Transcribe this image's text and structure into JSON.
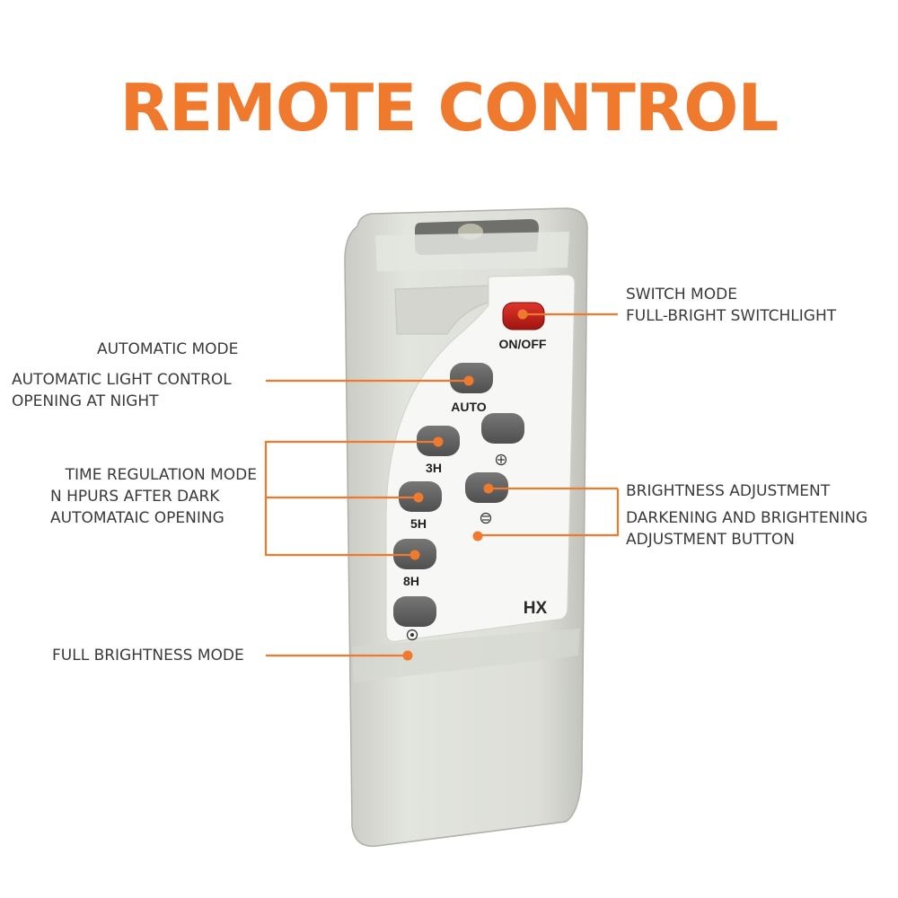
{
  "title": "REMOTE CONTROL",
  "colors": {
    "accent": "#ef7a2e",
    "remote_body": "#dcded7",
    "button": "#626262",
    "power_button": "#c8231c"
  },
  "remote": {
    "brand": "HX",
    "buttons": {
      "power": "ON/OFF",
      "auto": "AUTO",
      "timer_3h": "3H",
      "timer_5h": "5H",
      "timer_8h": "8H"
    },
    "icons": [
      "brightness-up-icon",
      "brightness-down-icon",
      "full-brightness-icon"
    ]
  },
  "annotations": {
    "switch_mode": [
      "SWITCH MODE",
      "FULL-BRIGHT SWITCHLIGHT"
    ],
    "automatic_mode": [
      "AUTOMATIC MODE",
      "AUTOMATIC LIGHT CONTROL",
      "OPENING AT NIGHT"
    ],
    "time_regulation": [
      "TIME REGULATION MODE",
      "N HPURS AFTER DARK",
      "AUTOMATAIC OPENING"
    ],
    "brightness": [
      "BRIGHTNESS ADJUSTMENT",
      "DARKENING AND BRIGHTENING",
      "ADJUSTMENT BUTTON"
    ],
    "full_brightness": [
      "FULL BRIGHTNESS MODE"
    ]
  }
}
